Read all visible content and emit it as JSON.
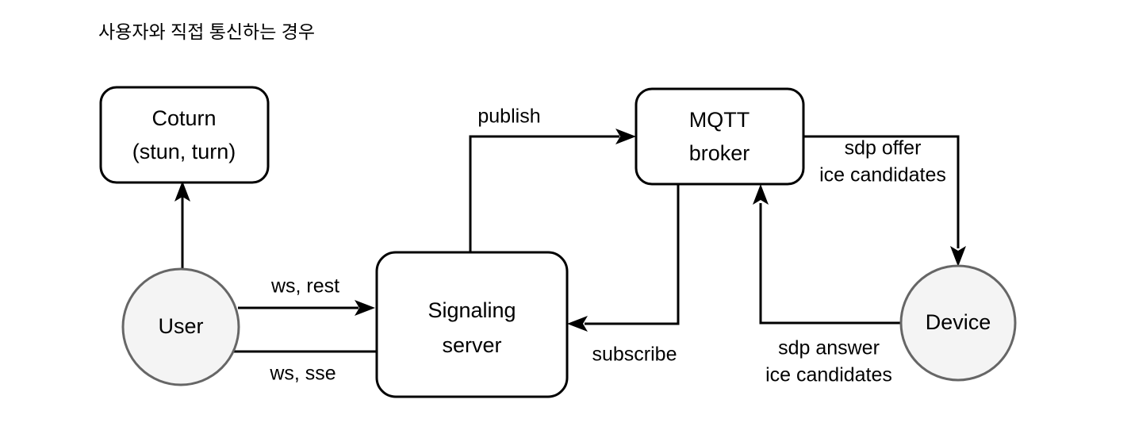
{
  "title": "사용자와 직접 통신하는 경우",
  "nodes": {
    "coturn": {
      "line1": "Coturn",
      "line2": "(stun, turn)"
    },
    "user": {
      "label": "User"
    },
    "signaling": {
      "line1": "Signaling",
      "line2": "server"
    },
    "mqtt": {
      "line1": "MQTT",
      "line2": "broker"
    },
    "device": {
      "label": "Device"
    }
  },
  "edges": {
    "user_to_signaling": {
      "label": "ws, rest"
    },
    "signaling_to_user": {
      "label": "ws, sse"
    },
    "signaling_to_mqtt": {
      "label": "publish"
    },
    "mqtt_to_signaling": {
      "label": "subscribe"
    },
    "mqtt_to_device": {
      "line1": "sdp offer",
      "line2": "ice candidates"
    },
    "device_to_mqtt": {
      "line1": "sdp answer",
      "line2": "ice candidates"
    },
    "user_to_coturn": {
      "label": ""
    }
  },
  "colors": {
    "stroke": "#000000",
    "circle_fill": "#f4f4f4",
    "circle_stroke": "#666666",
    "box_fill": "#ffffff",
    "background": "#ffffff",
    "text": "#000000"
  }
}
